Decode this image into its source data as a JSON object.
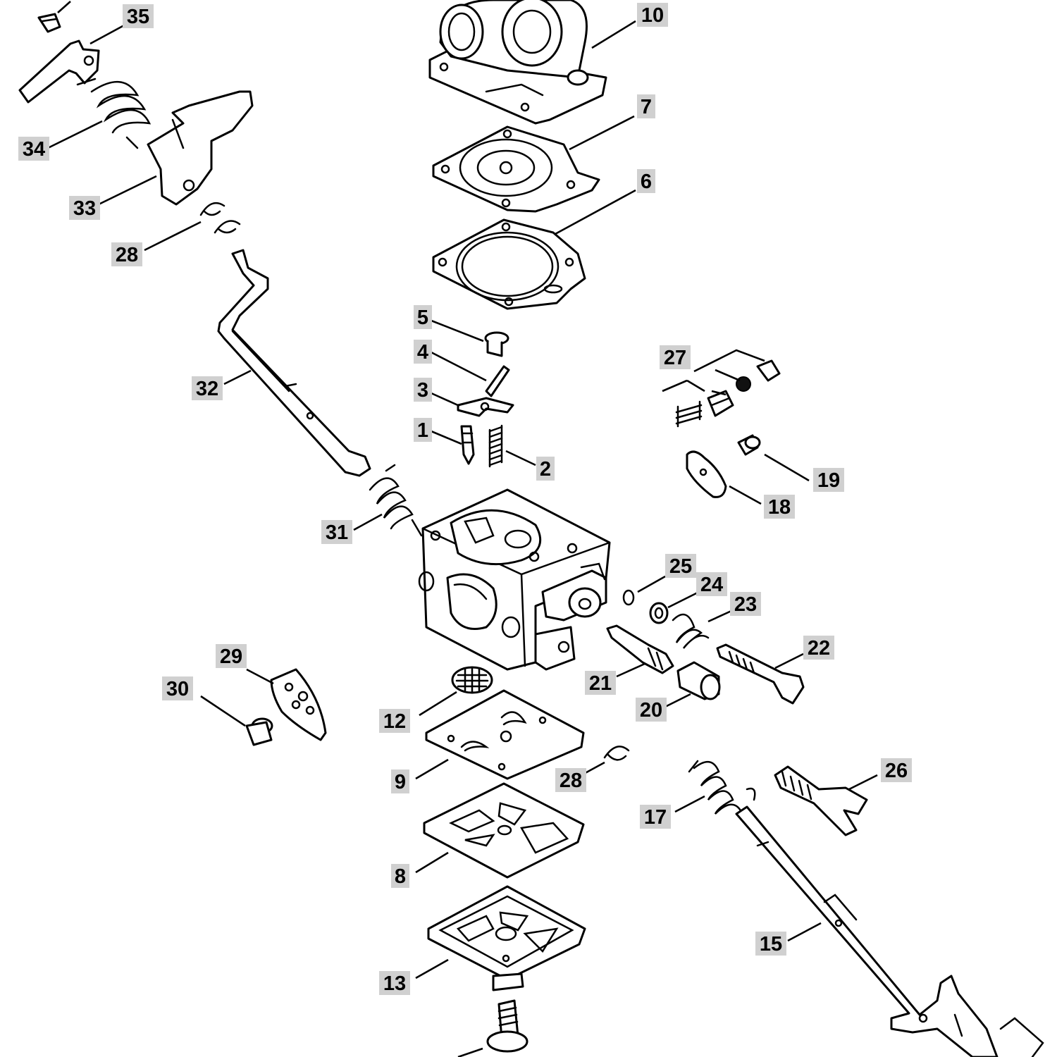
{
  "colors": {
    "label_background": "#d0d0d0",
    "line": "#000000",
    "background": "#ffffff"
  },
  "callouts": [
    {
      "id": "label-1",
      "text": "1"
    },
    {
      "id": "label-2",
      "text": "2"
    },
    {
      "id": "label-3",
      "text": "3"
    },
    {
      "id": "label-4",
      "text": "4"
    },
    {
      "id": "label-5",
      "text": "5"
    },
    {
      "id": "label-6",
      "text": "6"
    },
    {
      "id": "label-7",
      "text": "7"
    },
    {
      "id": "label-8",
      "text": "8"
    },
    {
      "id": "label-9",
      "text": "9"
    },
    {
      "id": "label-10",
      "text": "10"
    },
    {
      "id": "label-12",
      "text": "12"
    },
    {
      "id": "label-13",
      "text": "13"
    },
    {
      "id": "label-15",
      "text": "15"
    },
    {
      "id": "label-17",
      "text": "17"
    },
    {
      "id": "label-18",
      "text": "18"
    },
    {
      "id": "label-19",
      "text": "19"
    },
    {
      "id": "label-20",
      "text": "20"
    },
    {
      "id": "label-21",
      "text": "21"
    },
    {
      "id": "label-22",
      "text": "22"
    },
    {
      "id": "label-23",
      "text": "23"
    },
    {
      "id": "label-24",
      "text": "24"
    },
    {
      "id": "label-25",
      "text": "25"
    },
    {
      "id": "label-26",
      "text": "26"
    },
    {
      "id": "label-27",
      "text": "27"
    },
    {
      "id": "label-28a",
      "text": "28"
    },
    {
      "id": "label-28b",
      "text": "28"
    },
    {
      "id": "label-29",
      "text": "29"
    },
    {
      "id": "label-30",
      "text": "30"
    },
    {
      "id": "label-31",
      "text": "31"
    },
    {
      "id": "label-32",
      "text": "32"
    },
    {
      "id": "label-33",
      "text": "33"
    },
    {
      "id": "label-34",
      "text": "34"
    },
    {
      "id": "label-35",
      "text": "35"
    }
  ]
}
